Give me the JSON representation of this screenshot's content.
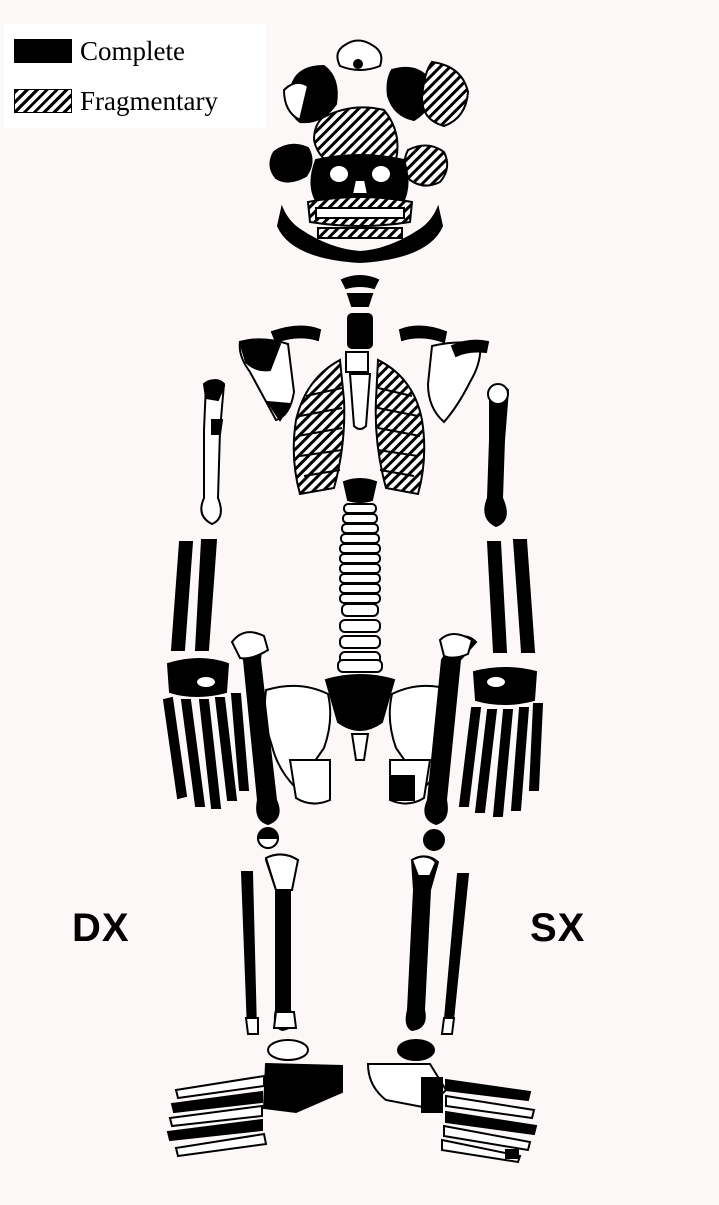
{
  "legend": {
    "complete_label": "Complete",
    "fragmentary_label": "Fragmentary"
  },
  "sides": {
    "right_label": "DX",
    "left_label": "SX"
  },
  "colors": {
    "complete": "#000000",
    "absent": "#ffffff",
    "background": "#fcf8f8"
  }
}
